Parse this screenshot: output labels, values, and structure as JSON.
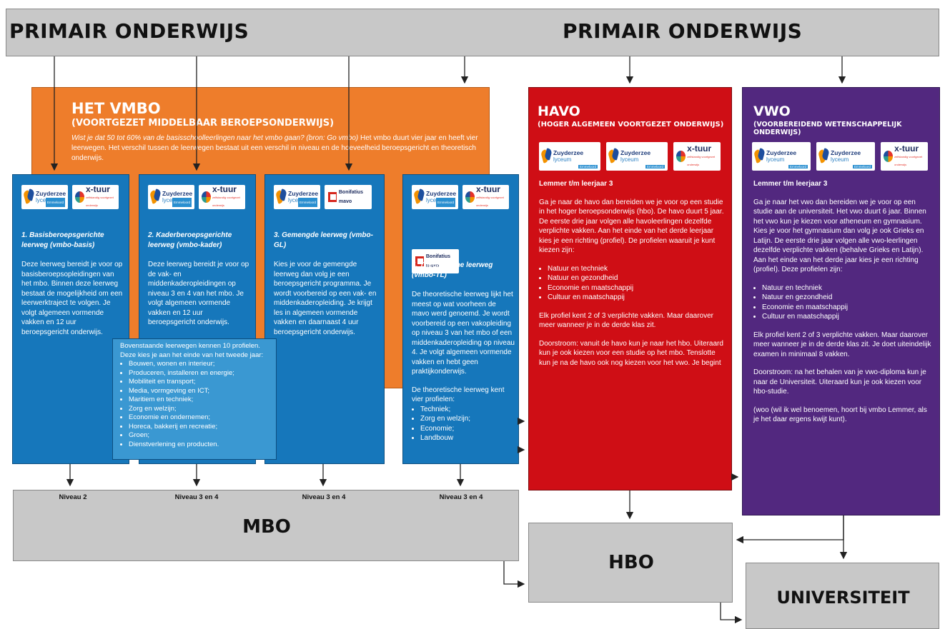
{
  "header": {
    "left_title": "PRIMAIR ONDERWIJS",
    "right_title": "PRIMAIR ONDERWIJS"
  },
  "vmbo": {
    "title": "HET VMBO",
    "subtitle": "(VOORTGEZET MIDDELBAAR BEROEPSONDERWIJS)",
    "intro_italic": "Wist je dat 50 tot 60% van de basisschoolleerlingen naar het vmbo gaan? (bron: Go vmbo)",
    "intro_rest": " Het vmbo duurt vier jaar en heeft vier leerwegen. Het verschil tussen de leerwegen bestaat uit een verschil in niveau en de hoeveelheid beroepsgericht en theoretisch onderwijs.",
    "colors": {
      "orange": "#ee7d2b",
      "blue": "#1677bb",
      "light_blue": "#3a98d2"
    }
  },
  "cards": [
    {
      "title": "1. Basisberoepsgerichte leerweg (vmbo-basis)",
      "body": "Deze leerweg bereidt je voor op basisberoepsopleidingen van het mbo. Binnen deze leerweg bestaat de mogelijkheid om een leerwerktraject te volgen. Je volgt algemeen vormende vakken en 12 uur beroepsgericht onderwijs."
    },
    {
      "title": "2. Kaderberoepsgerichte leerweg (vmbo-kader)",
      "body": "Deze leerweg bereidt je voor op de vak- en middenkaderopleidingen op niveau 3 en 4 van het mbo. Je volgt algemeen vormende vakken en 12 uur beroepsgericht onderwijs."
    },
    {
      "title": "3. Gemengde leerweg (vmbo-GL)",
      "body": "Kies je voor de gemengde leerweg dan volg je een beroepsgericht programma. Je wordt voorbereid op een vak- en middenkaderopleiding. Je krijgt les in algemeen vormende vakken en daarnaast 4 uur beroepsgericht onderwijs."
    },
    {
      "title": "4. Theoretische leerweg (vmbo-TL)",
      "body": "De theoretische leerweg lijkt het meest op wat voorheen de mavo werd genoemd. Je wordt voorbereid op een vakopleiding op niveau 3 van het mbo of een middenkaderopleiding op niveau 4. Je volgt algemeen vormende vakken en hebt geen praktijkonderwijs.",
      "extra": "De theoretische leerweg kent vier profielen:",
      "profiles": [
        "Techniek;",
        "Zorg en welzijn;",
        "Economie;",
        "Landbouw"
      ]
    }
  ],
  "profiles_box": {
    "intro": "Bovenstaande leerwegen kennen 10 profielen. Deze kies je aan het einde van het tweede jaar:",
    "items": [
      "Bouwen, wonen en interieur;",
      "Produceren, installeren en energie;",
      "Mobiliteit en transport;",
      "Media, vormgeving en ICT;",
      "Maritiem en techniek;",
      "Zorg en welzijn;",
      "Economie en ondernemen;",
      "Horeca, bakkerij en recreatie;",
      "Groen;",
      "Dienstverlening en producten."
    ]
  },
  "logos": {
    "zuyderzee": "Zuyderzee",
    "lyceum": "lyceum",
    "tag": "Emmeloord",
    "xtuur": "x-tuur",
    "xtuur_sub": "zelfstandig voortgezet onderwijs",
    "bonifatius": "Bonifatius mavo"
  },
  "havo": {
    "title": "HAVO",
    "subtitle": "(HOGER ALGEMEEN VOORTGEZET ONDERWIJS)",
    "location": "Lemmer t/m leerjaar 3",
    "body": "Ga je naar de havo dan bereiden we je voor op een studie in het hoger beroepsonderwijs (hbo). De havo duurt 5 jaar. De eerste drie jaar volgen alle havoleerlingen dezelfde verplichte vakken. Aan het einde van het derde leerjaar kies je een richting (profiel). De profielen waaruit je kunt kiezen zijn:",
    "profiles": [
      "Natuur en techniek",
      "Natuur en gezondheid",
      "Economie en maatschappij",
      "Cultuur en maatschappij"
    ],
    "p2": "Elk profiel kent 2 of 3 verplichte vakken. Maar daarover meer wanneer je in de derde klas zit.",
    "p3": "Doorstroom: vanuit de havo kun je naar het hbo. Uiteraard kun je ook kiezen voor een studie op het mbo. Tenslotte kun je na de havo ook nog kiezen voor het vwo. Je begint",
    "color": "#cf0e15"
  },
  "vwo": {
    "title": "VWO",
    "subtitle": "(VOORBEREIDEND WETENSCHAPPELIJK ONDERWIJS)",
    "location": "Lemmer t/m leerjaar 3",
    "body": "Ga je naar het vwo dan bereiden we je voor op een studie aan de universiteit. Het vwo duurt 6 jaar. Binnen het vwo kun je kiezen voor atheneum en gymnasium. Kies je voor het gymnasium dan volg je ook Grieks en Latijn. De eerste drie jaar volgen alle vwo-leerlingen dezelfde verplichte vakken (behalve Grieks en Latijn). Aan het einde van het derde jaar kies je een richting (profiel). Deze profielen zijn:",
    "profiles": [
      "Natuur en techniek",
      "Natuur en gezondheid",
      "Economie en maatschappij",
      "Cultuur en maatschappij"
    ],
    "p2": "Elk profiel kent 2 of 3 verplichte vakken. Maar daarover meer wanneer je in de derde klas zit. Je doet uiteindelijk examen in minimaal 8 vakken.",
    "p3": "Doorstroom: na het behalen van je vwo-diploma kun je naar de Universiteit. Uiteraard kun je ook kiezen voor hbo-studie.",
    "p4": "(woo (wil ik wel benoemen, hoort bij vmbo Lemmer, als je het daar ergens kwijt kunt).",
    "color": "#52287f"
  },
  "mbo": {
    "title": "MBO",
    "levels": [
      "Niveau 2",
      "Niveau 3 en 4",
      "Niveau 3 en 4",
      "Niveau 3 en 4"
    ]
  },
  "hbo": {
    "title": "HBO"
  },
  "universiteit": {
    "title": "UNIVERSITEIT"
  }
}
